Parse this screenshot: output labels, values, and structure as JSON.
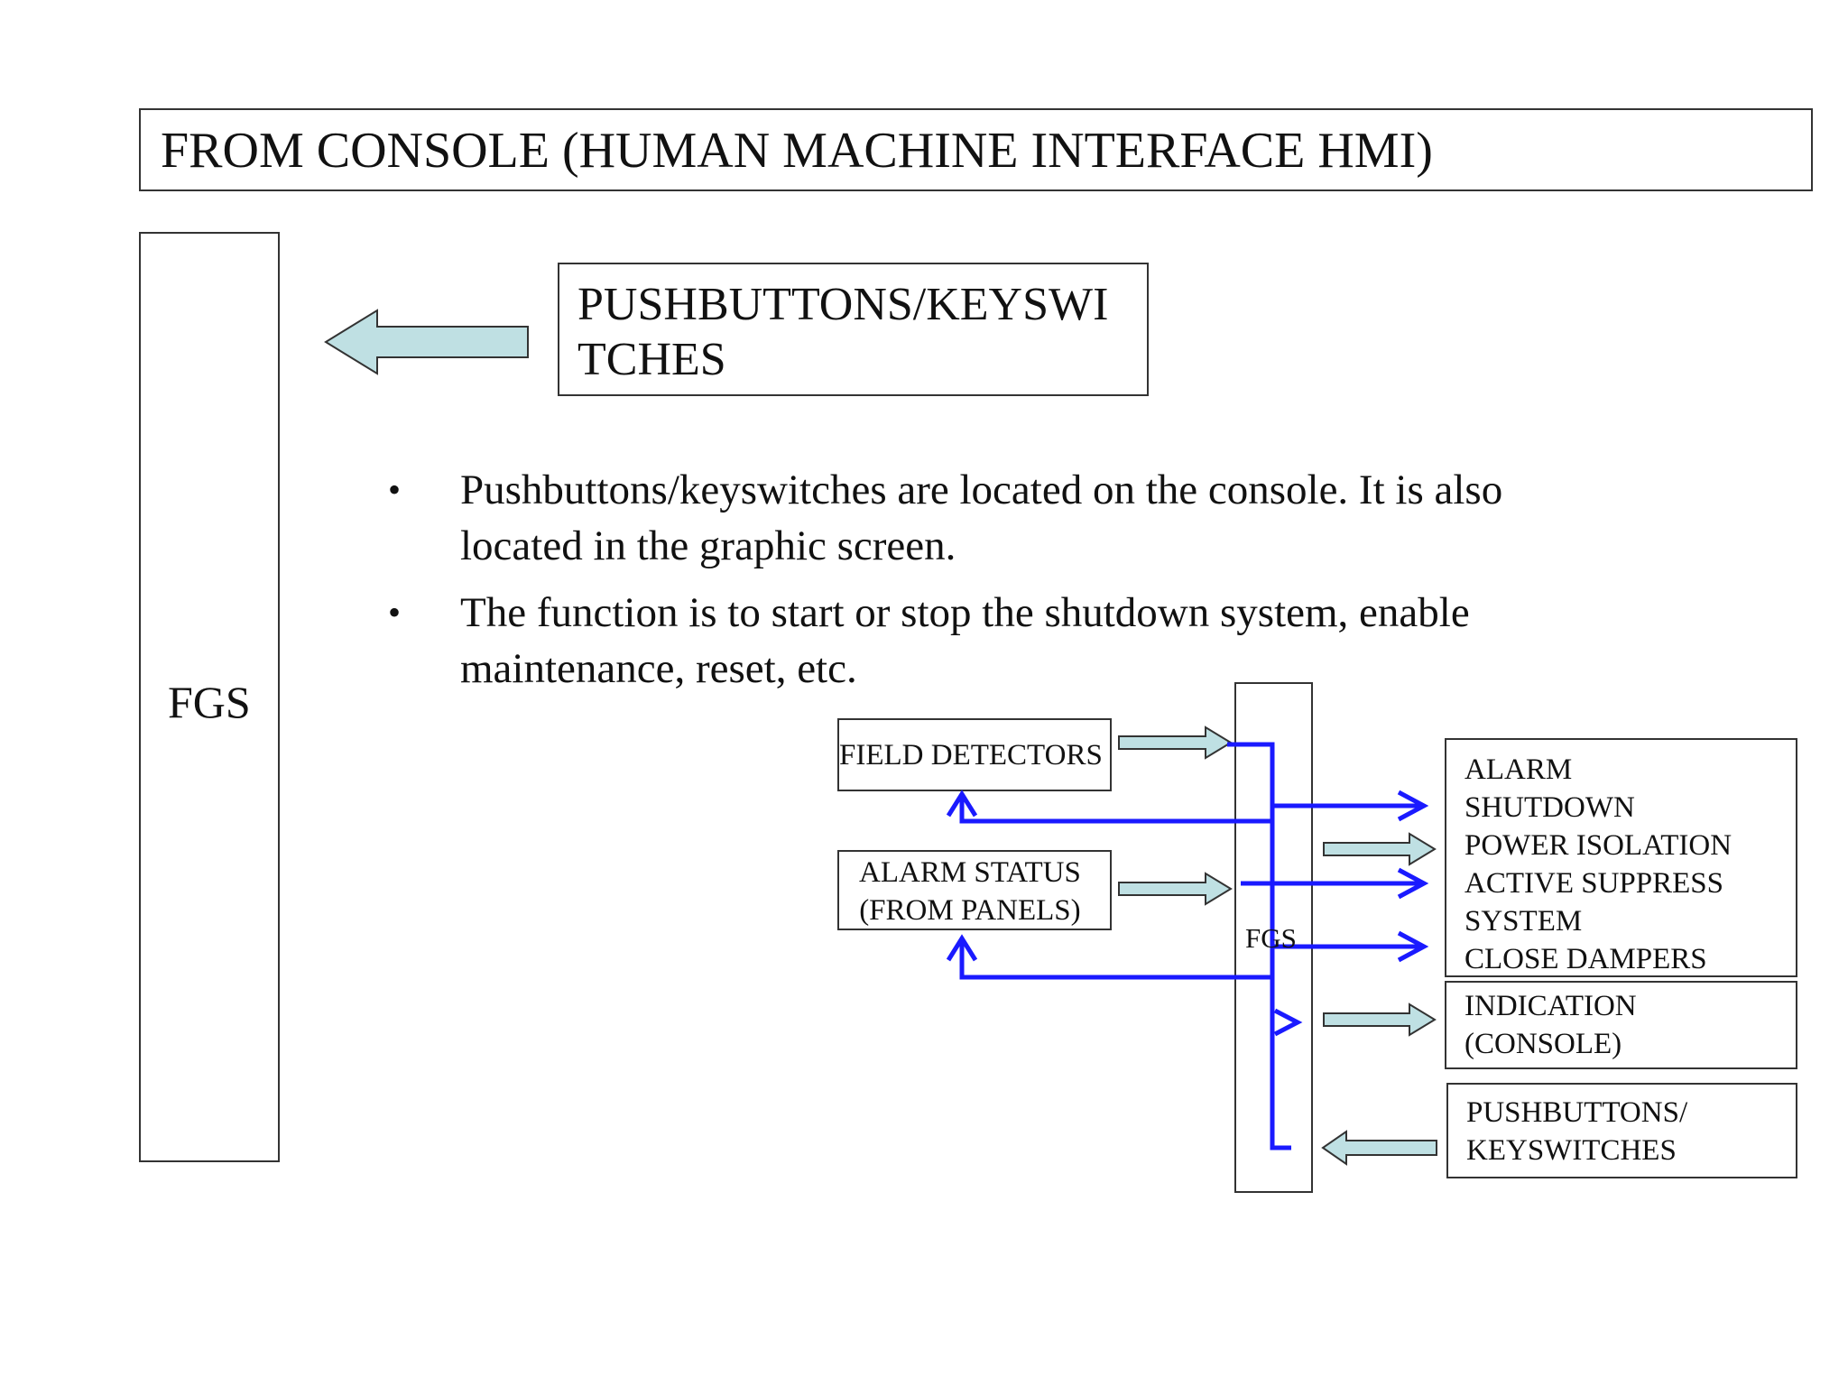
{
  "title": "FROM CONSOLE (HUMAN MACHINE INTERFACE HMI)",
  "left_block": {
    "label": "FGS"
  },
  "pushbutton_box": {
    "line1": "PUSHBUTTONS/KEYSWI",
    "line2": "TCHES"
  },
  "bullets": [
    {
      "line1": "Pushbuttons/keyswitches are located on the console. It is also",
      "line2": "located in the graphic screen."
    },
    {
      "line1": "The function is to start or stop the shutdown system, enable",
      "line2": "maintenance, reset, etc."
    }
  ],
  "diagram": {
    "field_detectors": "FIELD DETECTORS",
    "alarm_status": {
      "line1": "ALARM STATUS",
      "line2": "(FROM PANELS)"
    },
    "fgs": "FGS",
    "outputs": [
      "ALARM",
      "SHUTDOWN",
      "POWER ISOLATION",
      "ACTIVE SUPPRESS",
      "SYSTEM",
      "CLOSE DAMPERS"
    ],
    "indication": {
      "line1": "INDICATION",
      "line2": "(CONSOLE)"
    },
    "pushbuttons": {
      "line1": "PUSHBUTTONS/",
      "line2": "KEYSWITCHES"
    }
  },
  "colors": {
    "block_arrow_fill": "#bfe0e3",
    "signal_line": "#1a1aff"
  },
  "icons": [
    "left-block-arrow-icon",
    "right-block-arrow-icon",
    "signal-arrow-icon"
  ]
}
